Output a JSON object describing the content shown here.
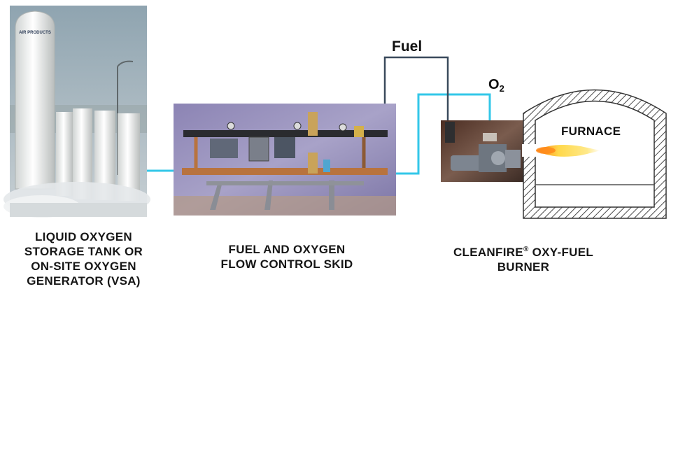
{
  "labels": {
    "fuel": "Fuel",
    "o2_main": "O",
    "o2_sub": "2",
    "furnace": "FURNACE",
    "tank_brand": "AIR PRODUCTS"
  },
  "captions": {
    "storage": [
      "LIQUID OXYGEN",
      "STORAGE TANK OR",
      "ON-SITE OXYGEN",
      "GENERATOR (VSA)"
    ],
    "skid": [
      "FUEL AND OXYGEN",
      "FLOW CONTROL SKID"
    ],
    "burner_line1_pre": "CLEANFIRE",
    "burner_line1_reg": "®",
    "burner_line1_post": " OXY-FUEL",
    "burner_line2": "BURNER"
  },
  "colors": {
    "oxygen_line": "#33c7e8",
    "fuel_line": "#3a4a5c",
    "furnace_hatch": "#444444",
    "flame": "#f0b020"
  }
}
